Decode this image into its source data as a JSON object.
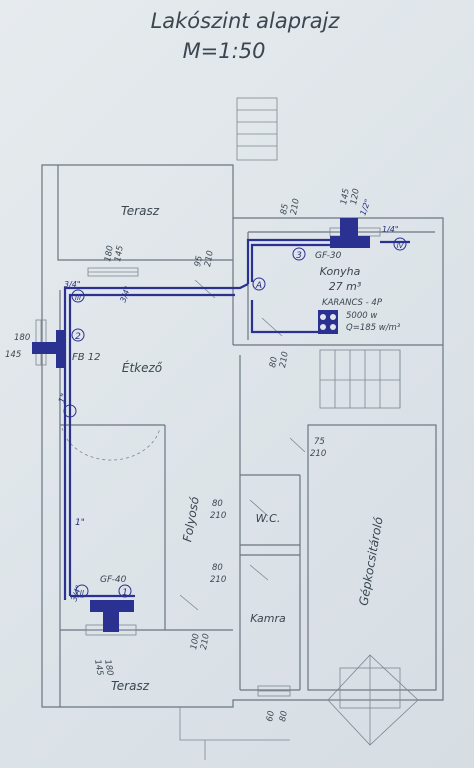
{
  "title": "Lakószint alaprajz",
  "scale": "M=1:50",
  "rooms": {
    "terasz_top": "Terasz",
    "terasz_bottom": "Terasz",
    "konyha": "Konyha",
    "konyha_volume": "27 m³",
    "etkezo": "Étkező",
    "folyoso": "Folyosó",
    "wc": "W.C.",
    "kamra": "Kamra",
    "gepkocsitarolo": "Gépkocsitároló"
  },
  "equipment": {
    "fb12": "FB 12",
    "gf30": "GF-30",
    "gf40": "GF-40",
    "karancs": "KARANCS - 4P",
    "karancs_power": "5000 w",
    "karancs_q": "Q=185 w/m³"
  },
  "nodes": {
    "A": "A",
    "n1": "1",
    "n2": "2",
    "n3": "3",
    "nI": "I",
    "nII": "II",
    "nIII": "III",
    "nIV": "IV"
  },
  "pipes": {
    "p1": "1\"",
    "p2": "1\"",
    "p3": "3/4\"",
    "p4": "3/4\"",
    "p5": "3/4\"",
    "p6": "1/4\"",
    "p7": "1/2\""
  },
  "dims": {
    "d180_145_top": [
      "180",
      "145"
    ],
    "d95_210": [
      "95",
      "210"
    ],
    "d85_210": [
      "85",
      "210"
    ],
    "d145_120": [
      "145",
      "120"
    ],
    "d180_145_left": [
      "180",
      "145"
    ],
    "d80_210_kitchen": [
      "80",
      "210"
    ],
    "d75_210": [
      "75",
      "210"
    ],
    "d80_210_wc": [
      "80",
      "210"
    ],
    "d80_210_kamra": [
      "80",
      "210"
    ],
    "d180_145_bottom": [
      "180",
      "145"
    ],
    "d100_210": [
      "100",
      "210"
    ],
    "d60_80": [
      "60",
      "80"
    ]
  }
}
